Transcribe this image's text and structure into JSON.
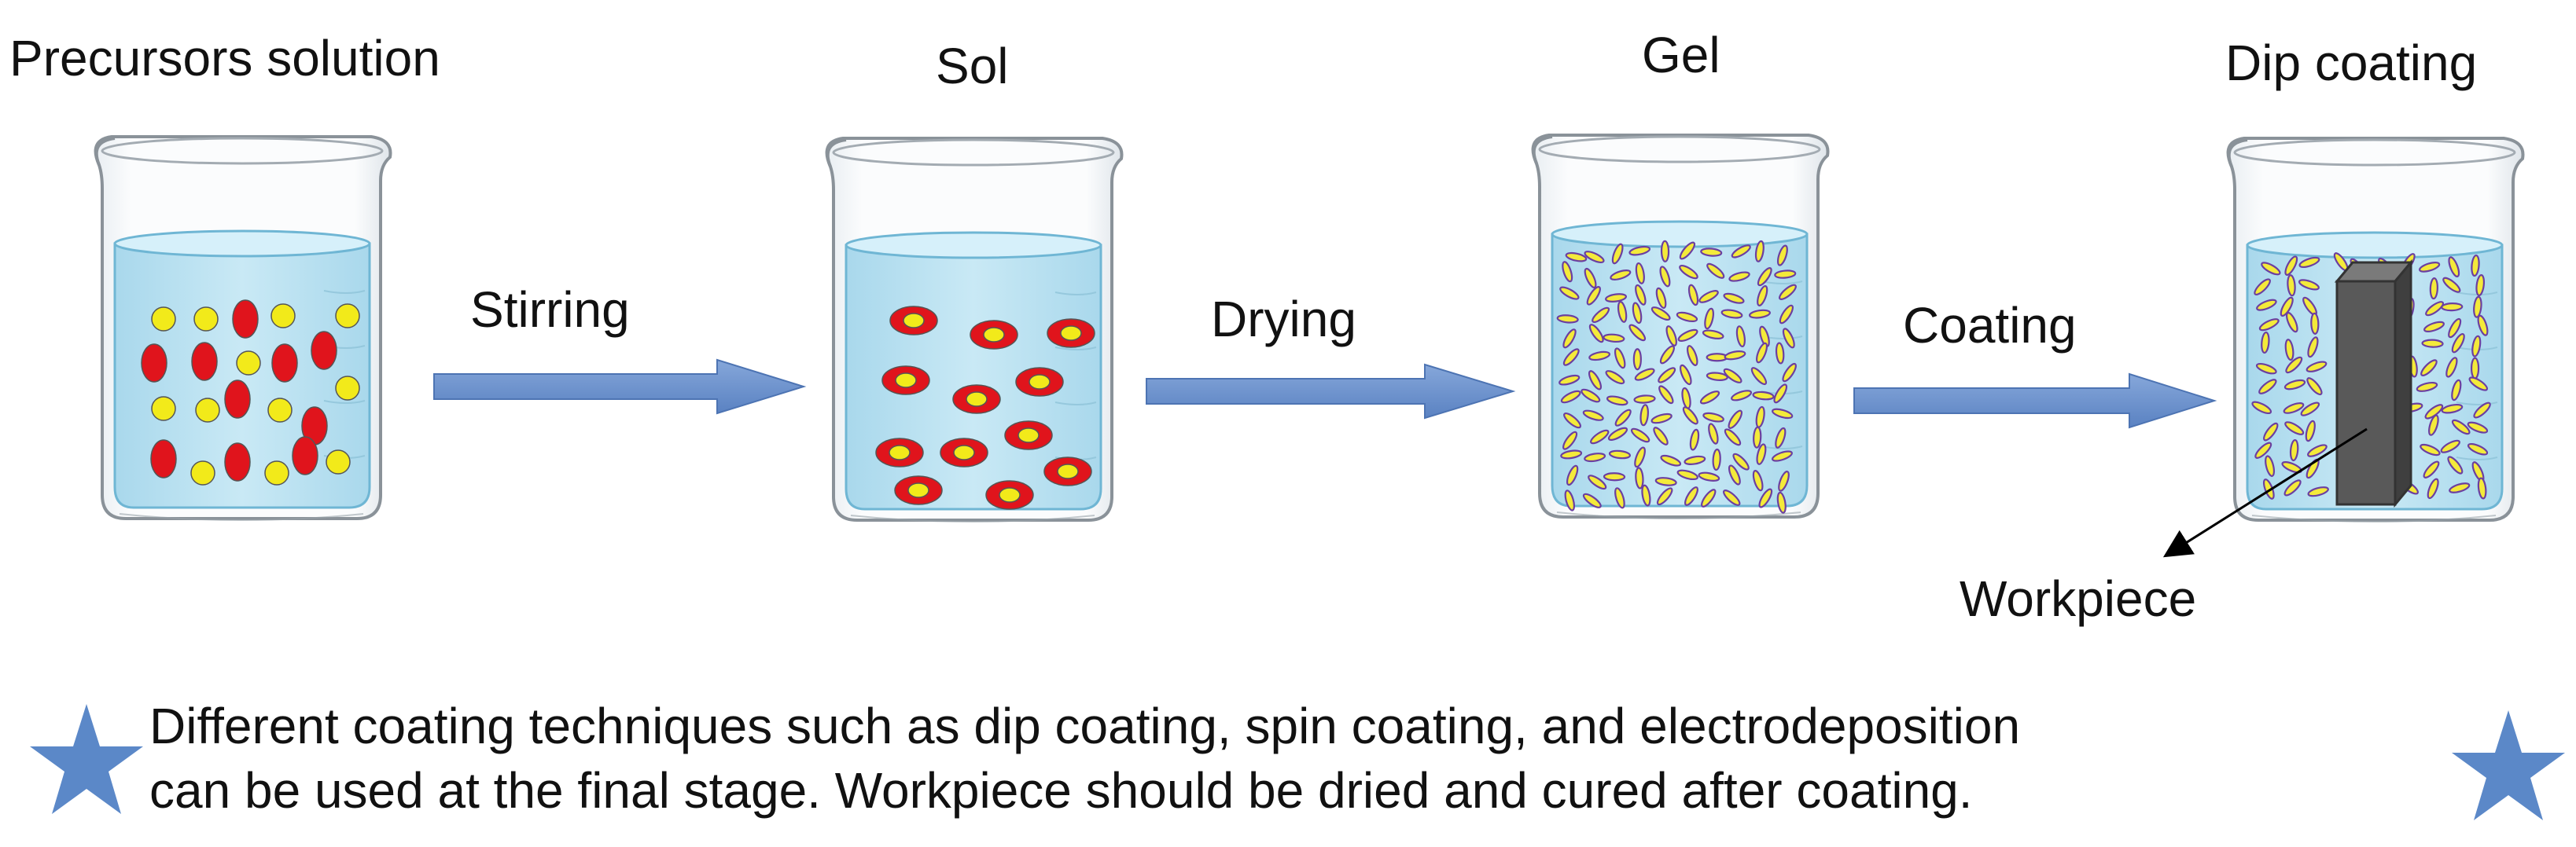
{
  "stages": {
    "precursors": "Precursors solution",
    "sol": "Sol",
    "gel": "Gel",
    "dip": "Dip coating"
  },
  "steps": {
    "stirring": "Stirring",
    "drying": "Drying",
    "coating": "Coating"
  },
  "callout": "Workpiece",
  "note": {
    "line1": "Different coating techniques such as dip coating, spin coating, and electrodeposition",
    "line2": "can be used at the final stage. Workpiece should be dried and cured after coating."
  },
  "colors": {
    "liquid": "#bfe3f1",
    "arrow": "#6a90cc",
    "star": "#5b88c8",
    "red_particle": "#e0141c",
    "yellow_particle": "#f2ea1a",
    "workpiece": "#595959"
  }
}
